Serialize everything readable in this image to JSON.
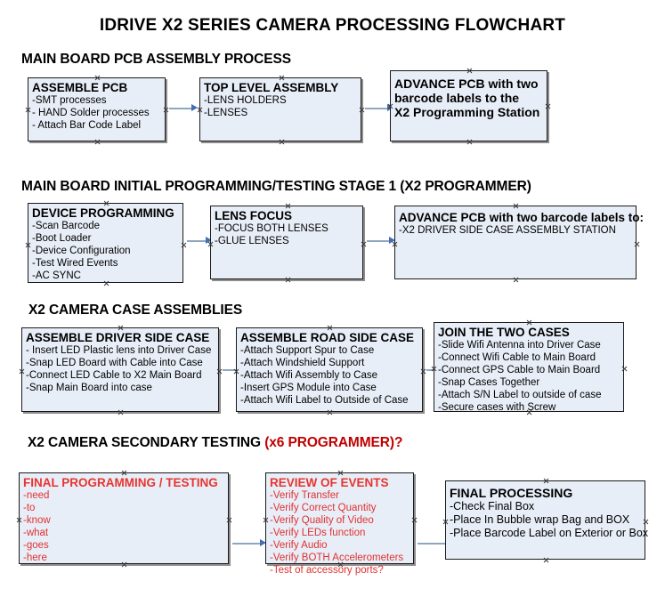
{
  "document": {
    "title": "IDRIVE X2  SERIES CAMERA PROCESSING FLOWCHART"
  },
  "colors": {
    "box_fill": "#e8eef7",
    "box_border": "#1a1a1a",
    "box_shadow": "#8d8d8d",
    "accent_red": "#c00000",
    "arrow_line": "#8fa6c0",
    "arrow_head": "#3f6fb5",
    "text": "#000000"
  },
  "sections": [
    {
      "id": "main-board-pcb-assembly",
      "title": "MAIN BOARD PCB ASSEMBLY PROCESS",
      "title_accent": "",
      "nodes": [
        {
          "id": "assemble-pcb",
          "head": "ASSEMBLE PCB",
          "lines": [
            "-SMT processes",
            "- HAND Solder processes",
            "- Attach Bar Code Label"
          ]
        },
        {
          "id": "top-level-assembly",
          "head": "TOP LEVEL ASSEMBLY",
          "lines": [
            "-LENS HOLDERS",
            "-LENSES"
          ]
        },
        {
          "id": "advance-pcb-programming-station",
          "head": "ADVANCE PCB with two",
          "head_lines": [
            "ADVANCE PCB with two",
            "barcode labels to the",
            " X2 Programming Station"
          ],
          "lines": []
        }
      ]
    },
    {
      "id": "main-board-initial-programming",
      "title": "MAIN BOARD INITIAL PROGRAMMING/TESTING STAGE 1 (X2 PROGRAMMER)",
      "title_accent": "",
      "nodes": [
        {
          "id": "device-programming",
          "head": "DEVICE PROGRAMMING",
          "lines": [
            "-Scan Barcode",
            "-Boot Loader",
            "-Device Configuration",
            "-Test Wired Events",
            "-AC SYNC"
          ]
        },
        {
          "id": "lens-focus",
          "head": "LENS FOCUS",
          "lines": [
            "-FOCUS BOTH LENSES",
            "-GLUE LENSES"
          ]
        },
        {
          "id": "advance-pcb-driver-side-case",
          "head": "ADVANCE PCB with two barcode labels to:",
          "lines": [
            "-X2 DRIVER  SIDE  CASE  ASSEMBLY STATION"
          ]
        }
      ]
    },
    {
      "id": "x2-camera-case-assemblies",
      "title": "X2 CAMERA CASE ASSEMBLIES",
      "title_accent": "",
      "nodes": [
        {
          "id": "assemble-driver-side-case",
          "head": "ASSEMBLE DRIVER SIDE CASE",
          "lines": [
            "- Insert LED Plastic lens into Driver Case",
            "-Snap LED Board with Cable into Case",
            "-Connect LED Cable to X2 Main Board",
            "-Snap Main Board into case"
          ]
        },
        {
          "id": "assemble-road-side-case",
          "head": "ASSEMBLE ROAD SIDE CASE",
          "lines": [
            "-Attach Support Spur to Case",
            "-Attach Windshield Support",
            "-Attach Wifi Assembly to Case",
            "-Insert GPS Module into Case",
            "-Attach Wifi Label to Outside of Case"
          ]
        },
        {
          "id": "join-the-two-cases",
          "head": "JOIN THE TWO CASES",
          "lines": [
            "-Slide Wifi Antenna into Driver Case",
            "-Connect Wifi Cable to Main Board",
            "-Connect GPS Cable to Main Board",
            "-Snap Cases Together",
            "-Attach S/N Label to outside of case",
            "-Secure cases with Screw"
          ]
        }
      ]
    },
    {
      "id": "x2-camera-secondary-testing",
      "title": "X2 CAMERA SECONDARY TESTING ",
      "title_accent": "(x6 PROGRAMMER)?",
      "nodes": [
        {
          "id": "final-programming-testing",
          "head": "FINAL PROGRAMMING / TESTING",
          "lines": [
            "-need",
            "-to",
            "-know",
            "-what",
            "-goes",
            "-here"
          ]
        },
        {
          "id": "review-of-events",
          "head": "REVIEW OF EVENTS",
          "lines": [
            "-Verify Transfer",
            "-Verify Correct Quantity",
            "-Verify Quality of Video",
            "-Verify LEDs function",
            "-Verify Audio",
            "-Verify BOTH Accelerometers",
            "-Test of accessory ports?"
          ]
        },
        {
          "id": "final-processing",
          "head": "FINAL PROCESSING",
          "lines": [
            " -Check Final Box",
            "-Place In Bubble wrap Bag and BOX",
            "-Place Barcode Label on Exterior or Box"
          ]
        }
      ]
    }
  ]
}
